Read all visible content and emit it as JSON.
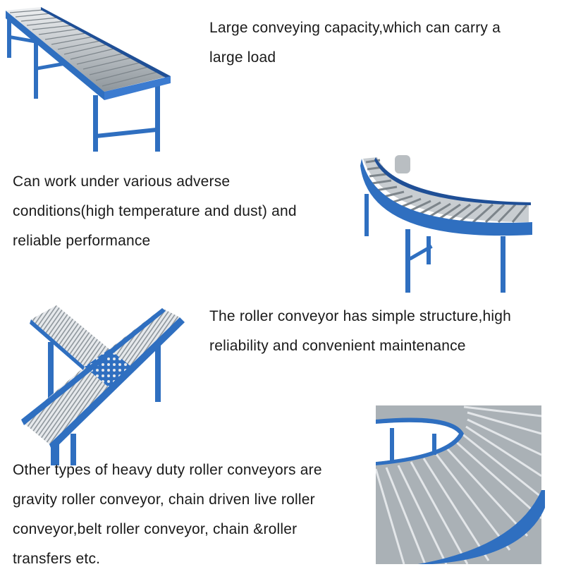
{
  "colors": {
    "frame_blue": "#2f6fc0",
    "frame_blue_dark": "#1f4f96",
    "roller_light": "#d9dde0",
    "roller_dark": "#8e969c",
    "text": "#1a1a1a",
    "background": "#ffffff"
  },
  "sections": [
    {
      "image": "straight-roller-conveyor",
      "lines": [
        "Large conveying capacity,which can carry a",
        "large load"
      ]
    },
    {
      "image": "curved-roller-conveyor",
      "lines": [
        "Can work under various adverse",
        "conditions(high temperature and dust) and",
        "reliable performance"
      ]
    },
    {
      "image": "cross-transfer-roller-conveyor",
      "lines": [
        "The roller conveyor has simple structure,high",
        "reliability and convenient maintenance"
      ]
    },
    {
      "image": "circular-roller-conveyor",
      "lines": [
        "Other types of heavy duty roller conveyors are",
        "gravity roller conveyor, chain driven live roller",
        "conveyor,belt roller conveyor, chain &roller",
        "transfers etc."
      ]
    }
  ]
}
